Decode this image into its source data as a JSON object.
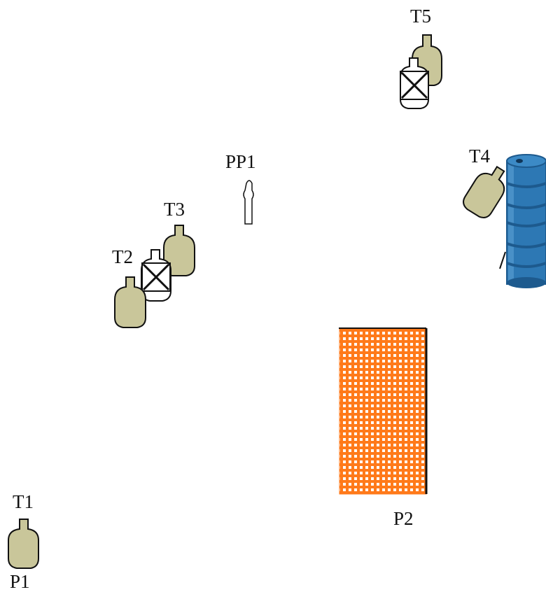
{
  "labels": {
    "t1": "T1",
    "t2": "T2",
    "t3": "T3",
    "t4": "T4",
    "t5": "T5",
    "pp1": "PP1",
    "p1": "P1",
    "p2": "P2"
  },
  "colors": {
    "shoot_target": "#c9c69a",
    "no_shoot_target": "#ffffff",
    "outline": "#111111",
    "barrel": "#2d78b4",
    "barrel_dark": "#1d5a8e",
    "barrel_light": "#5ba0d4",
    "port_fill": "#ff7a1a",
    "port_grid": "#ffffff"
  }
}
